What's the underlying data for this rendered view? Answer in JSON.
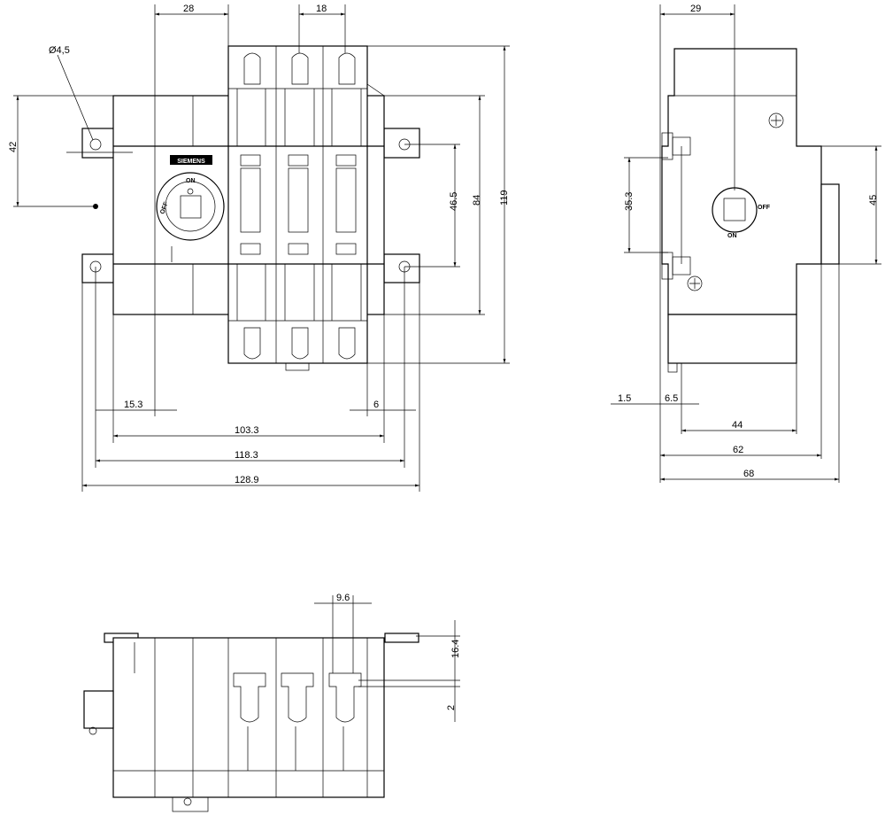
{
  "title": "Switch disconnector dimension drawing",
  "brand": "SIEMENS",
  "switch_positions": {
    "on": "ON",
    "off": "OFF"
  },
  "front_view": {
    "dims": {
      "pole_offset": "28",
      "pole_pitch": "18",
      "hole_diameter": "Ø4,5",
      "handle_height": "42",
      "hole_spacing_vertical": "46.5",
      "body_height": "84",
      "overall_height": "119",
      "left_offset": "15.3",
      "right_offset": "6",
      "body_width": "103.3",
      "hole_spacing_horizontal": "118.3",
      "overall_width": "128.9"
    }
  },
  "side_view": {
    "dims": {
      "shaft_offset": "29",
      "rail_height": "35.3",
      "front_height": "45",
      "rail_thickness": "1.5",
      "rail_offset": "6.5",
      "depth_44": "44",
      "depth_62": "62",
      "depth_68": "68"
    }
  },
  "bottom_view": {
    "dims": {
      "terminal_width": "9.6",
      "terminal_depth": "16.4",
      "terminal_gap": "2"
    }
  }
}
